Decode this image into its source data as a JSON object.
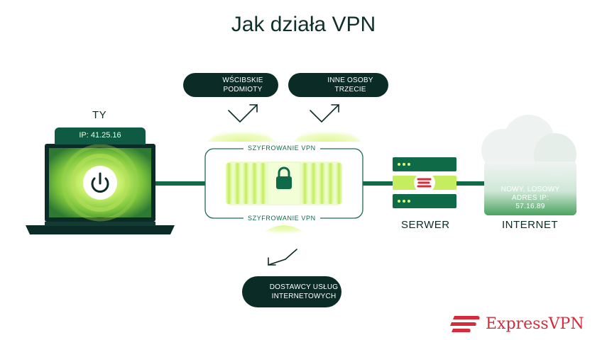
{
  "title": "Jak działa VPN",
  "you": {
    "label": "TY",
    "ip": "IP: 41.25.16"
  },
  "threats": {
    "snoopers": {
      "label_line1": "WŚCIBSKIE",
      "label_line2": "PODMIOTY",
      "icon": "snooper-icon"
    },
    "third_parties": {
      "label_line1": "INNE OSOBY",
      "label_line2": "TRZECIE",
      "icon": "people-icon"
    },
    "isp": {
      "label_line1": "DOSTAWCY USŁUG",
      "label_line2": "INTERNETOWYCH",
      "icon": "wifi-icon"
    }
  },
  "tunnel": {
    "label_top": "SZYFROWANIE VPN",
    "label_bottom": "SZYFROWANIE VPN",
    "icon": "lock-icon"
  },
  "server": {
    "label": "SERWER"
  },
  "internet": {
    "label": "INTERNET",
    "line1": "NOWY, LOSOWY",
    "line2": "ADRES IP:",
    "line3": "57.16.89"
  },
  "brand": {
    "name": "ExpressVPN"
  },
  "colors": {
    "dark": "#0b2b26",
    "line": "#0f6a48",
    "lime": "#c9f27a",
    "brand_red": "#d62b3a"
  }
}
